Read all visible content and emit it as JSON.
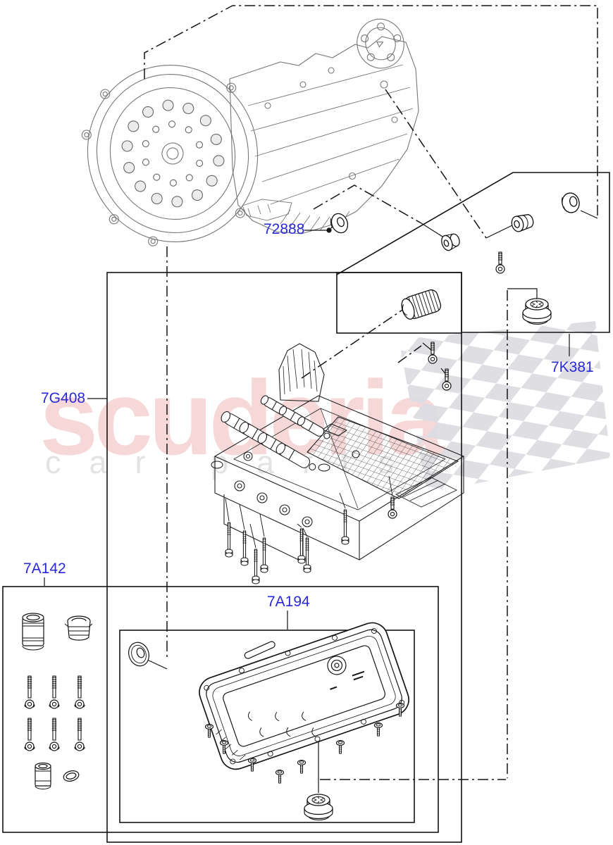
{
  "page": {
    "type": "transmission-parts-exploded-diagram",
    "watermark": {
      "brand": "scuderia",
      "tagline": "car parts"
    },
    "colors": {
      "label_blue": "#2929d6",
      "watermark_pink": "#f7d8d8",
      "watermark_gray": "#e3e3e6",
      "line_black": "#1a1a1a",
      "transmission_gray": "#777777",
      "flag_gray": "#dcdce2"
    },
    "part_labels": [
      {
        "id": "72888",
        "text": "72888"
      },
      {
        "id": "7K381",
        "text": "7K381"
      },
      {
        "id": "7G408",
        "text": "7G408"
      },
      {
        "id": "7A142",
        "text": "7A142"
      },
      {
        "id": "7A194",
        "text": "7A194"
      }
    ],
    "illustrations": [
      "automatic-transmission",
      "valve-body",
      "transmission-oil-pan",
      "drain-plug",
      "breather-plug",
      "bolt-kit"
    ]
  }
}
